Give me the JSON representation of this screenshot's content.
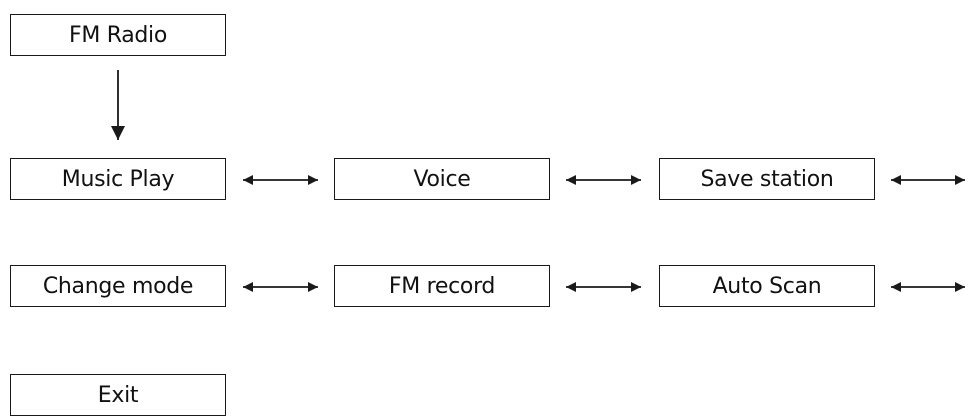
{
  "diagram": {
    "nodes": [
      {
        "id": "fm-radio",
        "label": "FM Radio"
      },
      {
        "id": "music-play",
        "label": "Music Play"
      },
      {
        "id": "voice",
        "label": "Voice"
      },
      {
        "id": "save-station",
        "label": "Save station"
      },
      {
        "id": "change-mode",
        "label": "Change mode"
      },
      {
        "id": "fm-record",
        "label": "FM record"
      },
      {
        "id": "auto-scan",
        "label": "Auto Scan"
      },
      {
        "id": "exit",
        "label": "Exit"
      }
    ],
    "edges": [
      {
        "from": "fm-radio",
        "to": "music-play",
        "type": "one-way"
      },
      {
        "from": "music-play",
        "to": "voice",
        "type": "bidirectional"
      },
      {
        "from": "voice",
        "to": "save-station",
        "type": "bidirectional"
      },
      {
        "from": "save-station",
        "to": "continues",
        "type": "bidirectional"
      },
      {
        "from": "change-mode",
        "to": "fm-record",
        "type": "bidirectional"
      },
      {
        "from": "fm-record",
        "to": "auto-scan",
        "type": "bidirectional"
      },
      {
        "from": "auto-scan",
        "to": "continues",
        "type": "bidirectional"
      }
    ],
    "line_color": "#1a1a1a"
  }
}
